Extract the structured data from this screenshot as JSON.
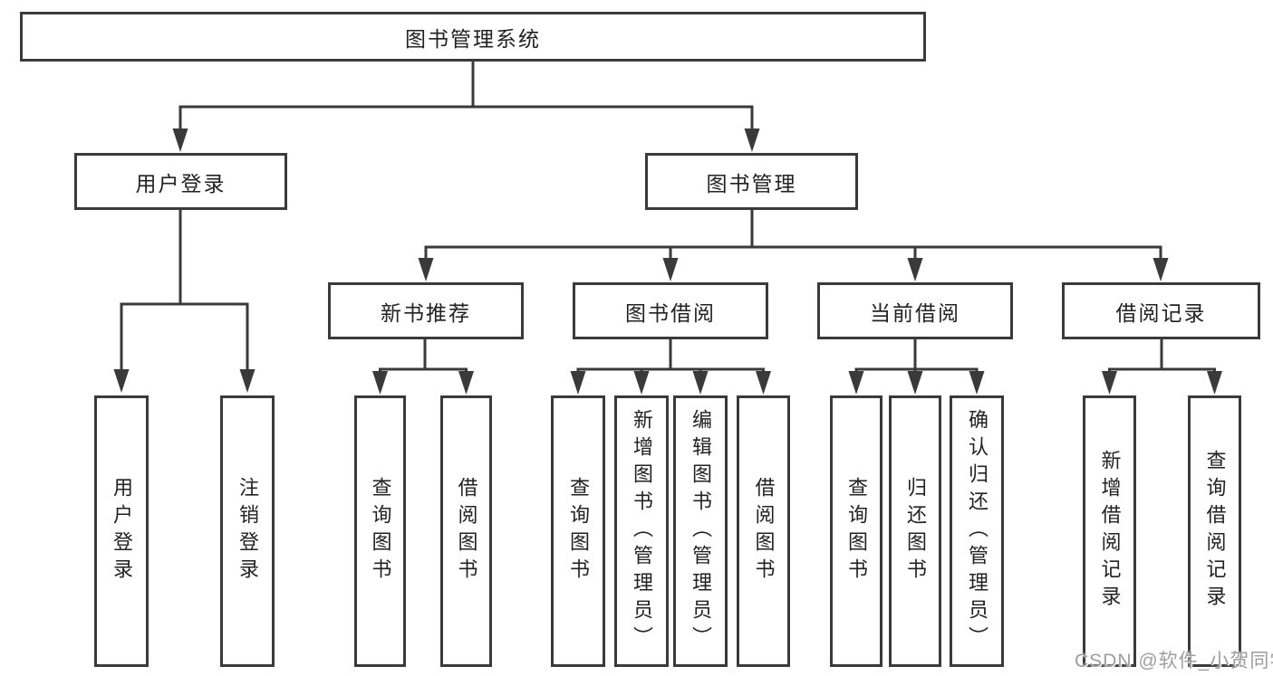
{
  "title": "图书管理系统",
  "nodes": {
    "root": "图书管理系统",
    "user_login": "用户登录",
    "book_mgmt": "图书管理",
    "new_books": "新书推荐",
    "book_borrow": "图书借阅",
    "current_borrow": "当前借阅",
    "borrow_records": "借阅记录",
    "leaves": {
      "user_login": [
        "用户登录",
        "注销登录"
      ],
      "new_books": [
        "查询图书",
        "借阅图书"
      ],
      "book_borrow": [
        "查询图书",
        "新增图书（管理员）",
        "编辑图书（管理员）",
        "借阅图书"
      ],
      "current_borrow": [
        "查询图书",
        "归还图书",
        "确认归还（管理员）"
      ],
      "borrow_records": [
        "新增借阅记录",
        "查询借阅记录"
      ]
    }
  },
  "watermark": "CSDN @软件_小贺同学",
  "colors": {
    "line": "#3a3a3a",
    "text": "#222222",
    "watermark": "#9e9e9e",
    "background": "#ffffff"
  }
}
